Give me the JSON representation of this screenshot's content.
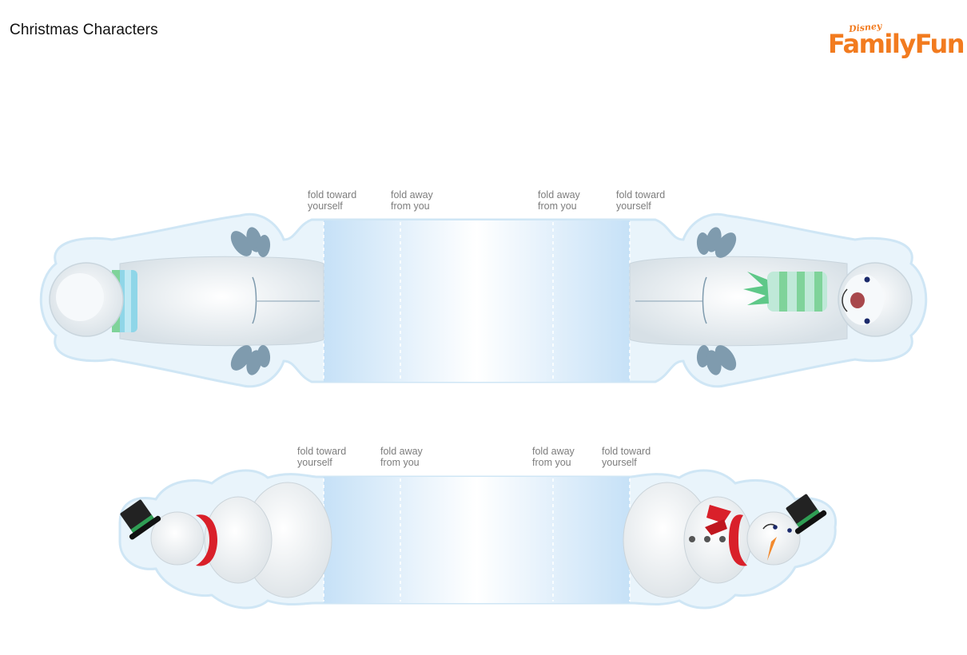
{
  "page": {
    "title": "Christmas Characters"
  },
  "brand": {
    "superscript": "Disney",
    "name": "FamilyFun"
  },
  "cutouts": [
    {
      "character": "yeti",
      "fold_labels": [
        {
          "line1": "fold toward",
          "line2": "yourself"
        },
        {
          "line1": "fold away",
          "line2": "from you"
        },
        {
          "line1": "fold away",
          "line2": "from you"
        },
        {
          "line1": "fold toward",
          "line2": "yourself"
        }
      ]
    },
    {
      "character": "snowman",
      "fold_labels": [
        {
          "line1": "fold toward",
          "line2": "yourself"
        },
        {
          "line1": "fold away",
          "line2": "from you"
        },
        {
          "line1": "fold away",
          "line2": "from you"
        },
        {
          "line1": "fold toward",
          "line2": "yourself"
        }
      ]
    }
  ],
  "colors": {
    "brand_orange": "#f27b1f",
    "outline_blue": "#d3e9f6",
    "band_blue": "#c9e3f7",
    "fur_gray": "#e8eef2",
    "paw_gray": "#7f9bae",
    "scarf_red": "#d9202a",
    "scarf_green": "#7fd39a",
    "hat_black": "#222222",
    "carrot_orange": "#f28a2e"
  }
}
